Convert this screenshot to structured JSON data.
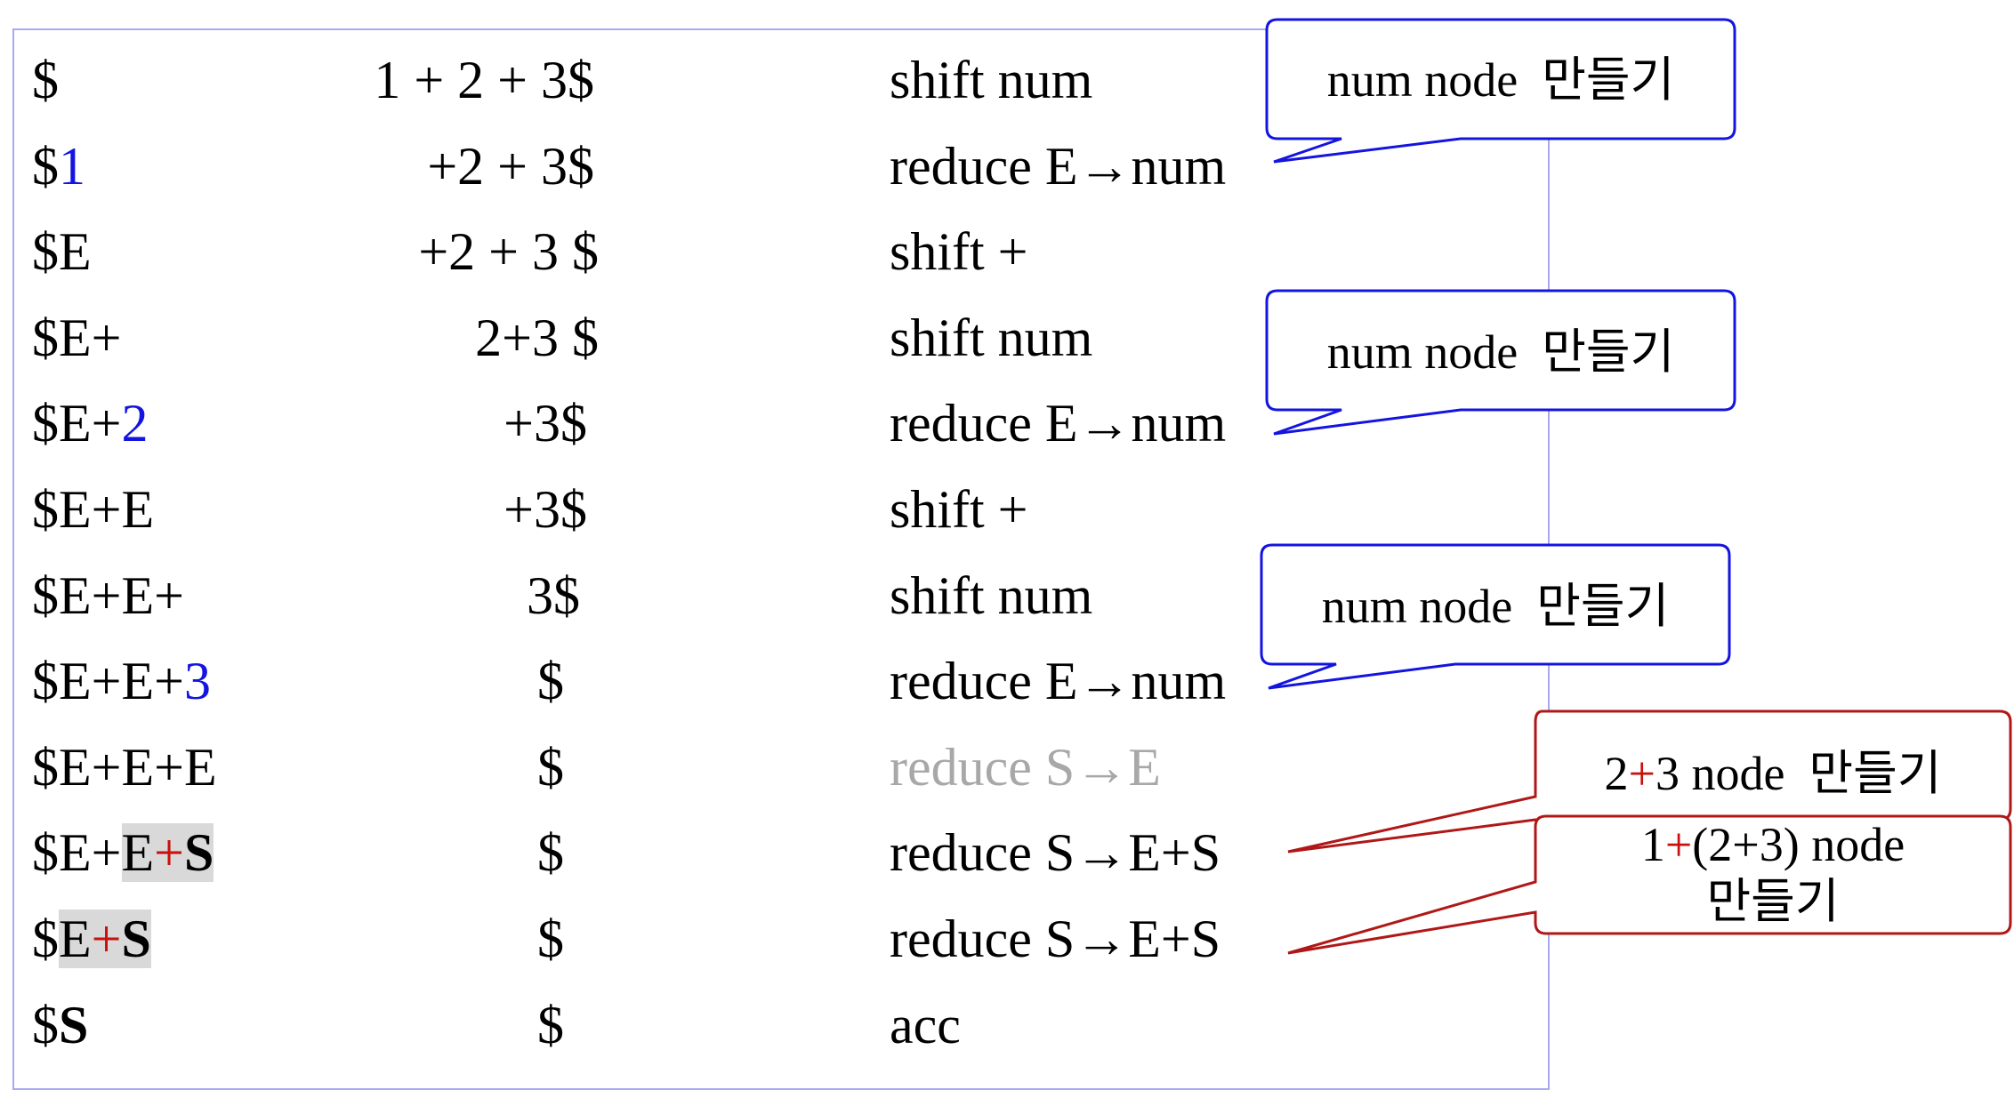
{
  "rows": [
    {
      "stack": [
        {
          "t": "$"
        }
      ],
      "input": "1 + 2 + 3$",
      "action": [
        {
          "t": "shift num"
        }
      ]
    },
    {
      "stack": [
        {
          "t": "$"
        },
        {
          "t": "1",
          "c": "blue"
        }
      ],
      "input": "+2 + 3$",
      "action": [
        {
          "t": "reduce E"
        },
        {
          "t": "→"
        },
        {
          "t": "num"
        }
      ]
    },
    {
      "stack": [
        {
          "t": "$E"
        }
      ],
      "input": "+2 + 3 $",
      "action": [
        {
          "t": "shift +"
        }
      ]
    },
    {
      "stack": [
        {
          "t": "$E+"
        }
      ],
      "input": "2+3 $",
      "action": [
        {
          "t": "shift num"
        }
      ]
    },
    {
      "stack": [
        {
          "t": "$E+"
        },
        {
          "t": "2",
          "c": "blue"
        }
      ],
      "input": "+3$",
      "action": [
        {
          "t": "reduce E"
        },
        {
          "t": "→"
        },
        {
          "t": "num"
        }
      ]
    },
    {
      "stack": [
        {
          "t": "$E+E"
        }
      ],
      "input": "+3$",
      "action": [
        {
          "t": "shift +"
        }
      ]
    },
    {
      "stack": [
        {
          "t": "$E+E+"
        }
      ],
      "input": "3$",
      "action": [
        {
          "t": "shift num"
        }
      ]
    },
    {
      "stack": [
        {
          "t": "$E+E+"
        },
        {
          "t": "3",
          "c": "blue"
        }
      ],
      "input": "$",
      "action": [
        {
          "t": "reduce E"
        },
        {
          "t": "→"
        },
        {
          "t": "num"
        }
      ]
    },
    {
      "stack": [
        {
          "t": "$E+E+E"
        }
      ],
      "input": "$",
      "action": [
        {
          "t": "reduce S",
          "c": "gray"
        },
        {
          "t": "→",
          "c": "gray"
        },
        {
          "t": "E",
          "c": "gray"
        }
      ]
    },
    {
      "stack": [
        {
          "t": "$E+"
        },
        {
          "t": "E",
          "c": "hl"
        },
        {
          "t": "+",
          "c": "red hl"
        },
        {
          "t": "S",
          "c": "bold hl"
        }
      ],
      "input": "$",
      "action": [
        {
          "t": "reduce S"
        },
        {
          "t": "→"
        },
        {
          "t": "E+S"
        }
      ]
    },
    {
      "stack": [
        {
          "t": "$"
        },
        {
          "t": "E",
          "c": "hl"
        },
        {
          "t": "+",
          "c": "red hl"
        },
        {
          "t": "S",
          "c": "bold hl"
        }
      ],
      "input": "$",
      "action": [
        {
          "t": "reduce S"
        },
        {
          "t": "→"
        },
        {
          "t": "E+S"
        }
      ]
    },
    {
      "stack": [
        {
          "t": "$"
        },
        {
          "t": "S",
          "c": "bold"
        }
      ],
      "input": "$",
      "action": [
        {
          "t": "acc"
        }
      ]
    }
  ],
  "callouts": {
    "num1": [
      {
        "t": "num node  만들기"
      }
    ],
    "num2": [
      {
        "t": "num node  만들기"
      }
    ],
    "num3": [
      {
        "t": "num node  만들기"
      }
    ],
    "add1": [
      {
        "t": "2"
      },
      {
        "t": "+",
        "c": "red"
      },
      {
        "t": "3 node  만들기"
      }
    ],
    "add2": [
      {
        "t": "1"
      },
      {
        "t": "+",
        "c": "red"
      },
      {
        "t": "(2+3) node\n만들기"
      }
    ]
  },
  "colors": {
    "blue_border": "#1414e0",
    "red_border": "#b01818",
    "frame": "#a9a9ee"
  }
}
